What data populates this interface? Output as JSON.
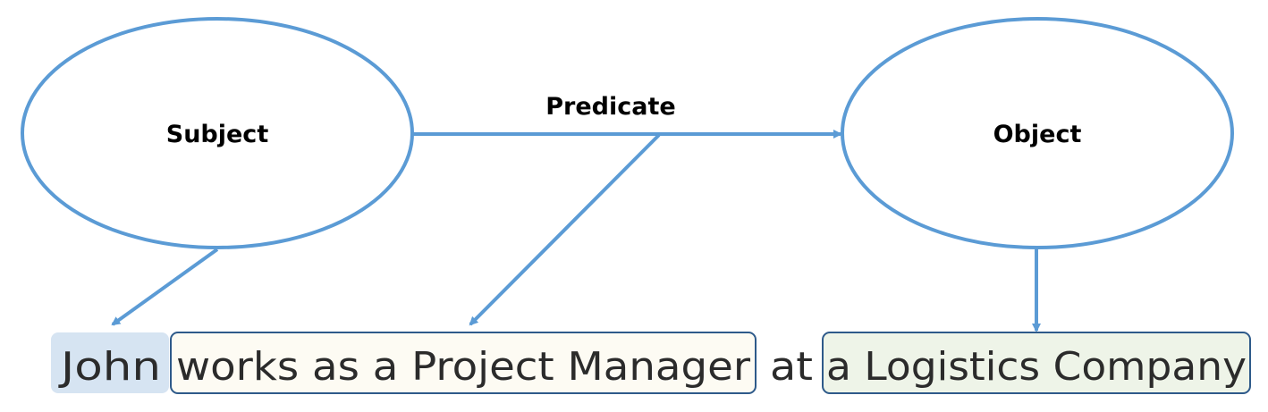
{
  "nodes": {
    "subject": {
      "label": "Subject"
    },
    "object": {
      "label": "Object"
    }
  },
  "edge": {
    "label": "Predicate"
  },
  "sentence": {
    "subject_span": "John",
    "predicate_span": "works as a Project Manager",
    "connector": "at",
    "object_span": "a Logistics Company"
  },
  "colors": {
    "stroke": "#5b9bd5",
    "subject_highlight": "#d6e4f2",
    "predicate_highlight": "#fdfbf3",
    "object_highlight": "#eef4e8",
    "box_border": "#2e5a8a"
  }
}
